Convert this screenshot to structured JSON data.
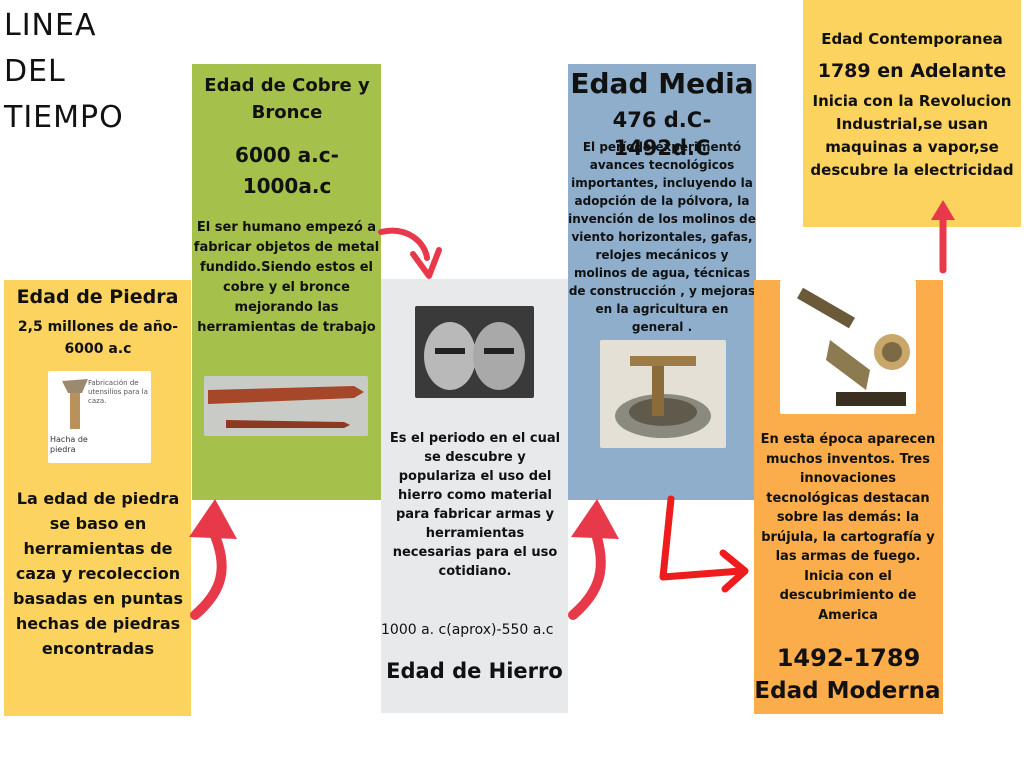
{
  "title": [
    "LINEA",
    "DEL",
    "TIEMPO"
  ],
  "colors": {
    "piedra": "#fbd35e",
    "cobre": "#a5c14b",
    "hierro": "#e8e9ea",
    "media": "#8eaecb",
    "moderna": "#fcad4b",
    "contemporanea": "#fbd35e",
    "arrow_pink": "#e8394b",
    "arrow_red": "#ee1c1c"
  },
  "piedra": {
    "name": "Edad de Piedra",
    "dates": "2,5 millones de año-6000 a.c",
    "image_caption_1": "Fabricación de utensilios para la caza.",
    "image_caption_2": "Hacha de piedra",
    "description": "La edad de piedra se baso en herramientas de caza y recoleccion basadas en puntas hechas de piedras encontradas"
  },
  "cobre": {
    "name": "Edad de Cobre y Bronce",
    "dates": "6000 a.c-1000a.c",
    "description": "El ser humano empezó a fabricar objetos de metal fundido.Siendo estos el cobre y el bronce mejorando las herramientas de trabajo"
  },
  "hierro": {
    "description": "Es el periodo en el cual se descubre y populariza el uso del hierro como material para fabricar armas y herramientas necesarias para el uso cotidiano.",
    "dates": "1000 a. c(aprox)-550 a.c",
    "name": "Edad de Hierro"
  },
  "media": {
    "name": "Edad Media",
    "dates": "476 d.C-1492d.C",
    "description": "El período experimentó avances tecnológicos importantes, incluyendo la adopción de la pólvora, la invención de los molinos de viento horizontales, gafas, relojes mecánicos y molinos de agua, técnicas de construcción , y mejoras en la agricultura en general ."
  },
  "moderna": {
    "description": "En esta época aparecen muchos inventos. Tres innovaciones tecnológicas destacan sobre las demás: la brújula, la cartografía y las armas de fuego. Inicia con el descubrimiento de America",
    "dates": "1492-1789",
    "name": "Edad Moderna"
  },
  "contemporanea": {
    "name": "Edad Contemporanea",
    "dates": "1789 en Adelante",
    "description": "Inicia con la Revolucion Industrial,se usan maquinas a vapor,se descubre la electricidad"
  }
}
